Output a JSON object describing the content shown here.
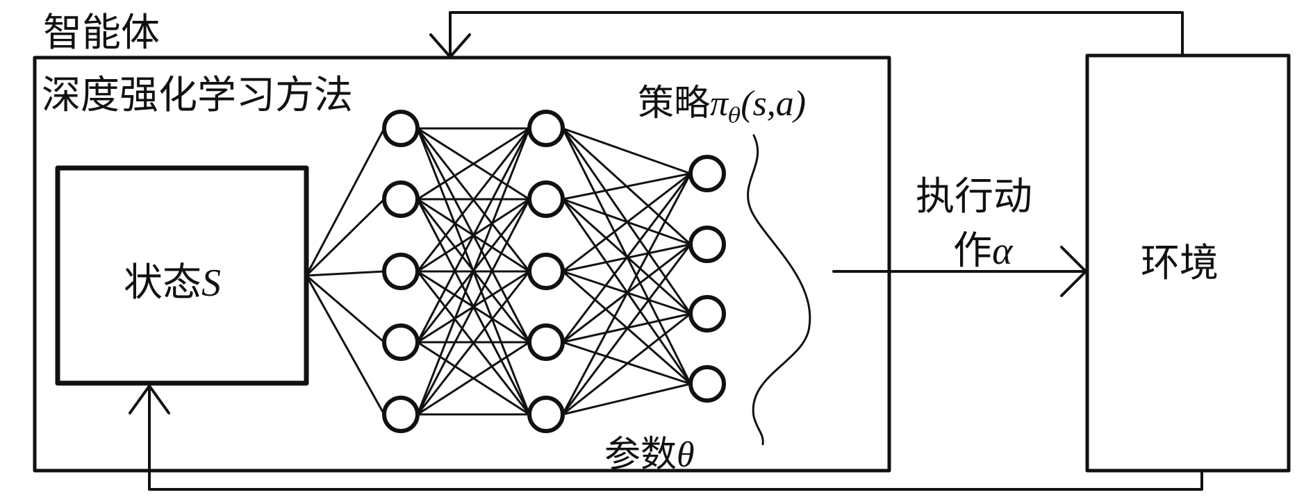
{
  "agent": {
    "label": "智能体"
  },
  "method": {
    "label": "深度强化学习方法"
  },
  "state": {
    "label": "状态",
    "symbol": "S"
  },
  "policy": {
    "label": "策略",
    "symbol": "π",
    "subscript": "θ",
    "args": "(s,a)"
  },
  "params": {
    "label": "参数",
    "symbol": "θ"
  },
  "action": {
    "line1": "执行动",
    "line2": "作",
    "symbol": "α"
  },
  "environment": {
    "label": "环境"
  },
  "network": {
    "layer_sizes": [
      5,
      5,
      4
    ]
  },
  "colors": {
    "stroke": "#111111",
    "background": "#ffffff"
  }
}
